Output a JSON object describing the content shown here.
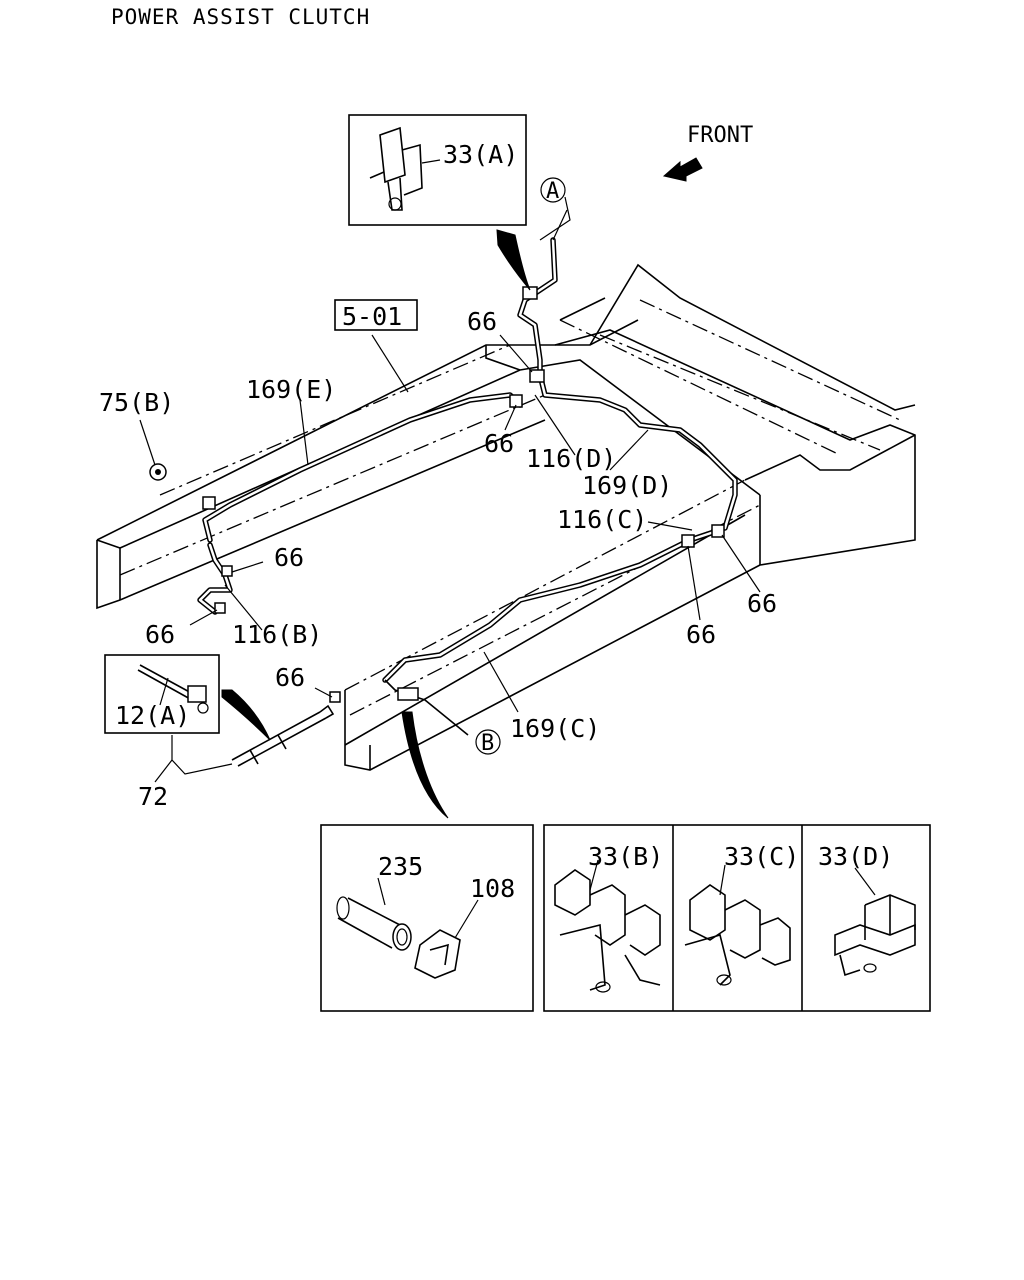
{
  "title": "POWER ASSIST CLUTCH",
  "direction_label": "FRONT",
  "ref_box": "5-01",
  "view_markers": {
    "a": "A",
    "b": "B"
  },
  "callouts": {
    "c_33a": "33(A)",
    "c_169e": "169(E)",
    "c_75b": "75(B)",
    "c_66_top": "66",
    "c_66_mid": "66",
    "c_116d": "116(D)",
    "c_169d": "169(D)",
    "c_116c": "116(C)",
    "c_66_left": "66",
    "c_66_bl": "66",
    "c_116b": "116(B)",
    "c_66_rb": "66",
    "c_66_rr": "66",
    "c_66_low": "66",
    "c_12a": "12(A)",
    "c_169c": "169(C)",
    "c_72": "72",
    "c_235": "235",
    "c_108": "108",
    "c_33b": "33(B)",
    "c_33c": "33(C)",
    "c_33d": "33(D)"
  }
}
